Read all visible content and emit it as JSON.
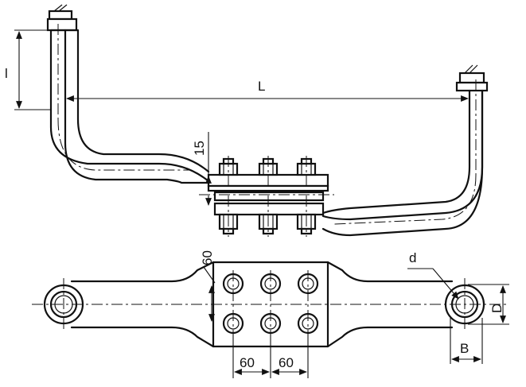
{
  "drawing": {
    "labels": {
      "l": "l",
      "L": "L",
      "gap": "15",
      "pitch_v": "60",
      "pitch_h1": "60",
      "pitch_h2": "60",
      "d": "d",
      "D": "D",
      "B": "B"
    }
  }
}
